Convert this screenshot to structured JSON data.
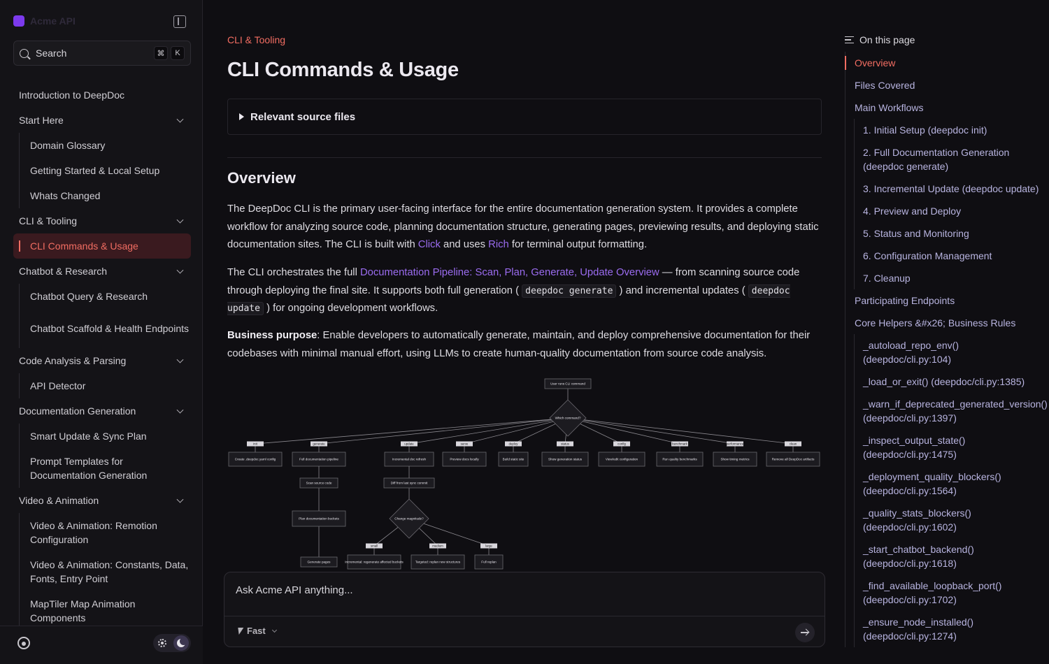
{
  "brand": {
    "name": "Acme API"
  },
  "search": {
    "label": "Search",
    "kbd_meta": "⌘",
    "kbd_key": "K"
  },
  "nav": [
    {
      "label": "Introduction to DeepDoc",
      "level": 0
    },
    {
      "label": "Start Here",
      "level": 0,
      "expandable": true
    },
    {
      "label": "Domain Glossary",
      "level": 1
    },
    {
      "label": "Getting Started & Local Setup",
      "level": 1
    },
    {
      "label": "Whats Changed",
      "level": 1
    },
    {
      "label": "CLI & Tooling",
      "level": 0,
      "expandable": true
    },
    {
      "label": "CLI Commands & Usage",
      "level": 1,
      "active": true
    },
    {
      "label": "Chatbot & Research",
      "level": 0,
      "expandable": true
    },
    {
      "label": "Chatbot Query & Research",
      "level": 1
    },
    {
      "label": "Chatbot Scaffold & Health Endpoints",
      "level": 1,
      "tall": true
    },
    {
      "label": "Code Analysis & Parsing",
      "level": 0,
      "expandable": true
    },
    {
      "label": "API Detector",
      "level": 1
    },
    {
      "label": "Documentation Generation",
      "level": 0,
      "expandable": true
    },
    {
      "label": "Smart Update & Sync Plan",
      "level": 1
    },
    {
      "label": "Prompt Templates for Documentation Generation",
      "level": 1,
      "tall": true
    },
    {
      "label": "Video & Animation",
      "level": 0,
      "expandable": true
    },
    {
      "label": "Video & Animation: Remotion Configuration",
      "level": 1,
      "tall": true
    },
    {
      "label": "Video & Animation: Constants, Data, Fonts, Entry Point",
      "level": 1,
      "tall": true
    },
    {
      "label": "MapTiler Map Animation Components",
      "level": 1,
      "tall": true
    }
  ],
  "main": {
    "breadcrumb": "CLI & Tooling",
    "title": "CLI Commands & Usage",
    "details_label": "Relevant source files",
    "overview_heading": "Overview",
    "p1": {
      "before": "The DeepDoc CLI is the primary user-facing interface for the entire documentation generation system. It provides a complete workflow for analyzing source code, planning documentation structure, generating pages, previewing results, and deploying static documentation sites. The CLI is built with ",
      "link1": "Click",
      "mid": " and uses ",
      "link2": "Rich",
      "after": " for terminal output formatting."
    },
    "p2": {
      "before": "The CLI orchestrates the full ",
      "link": "Documentation Pipeline: Scan, Plan, Generate, Update Overview",
      "mid1": " — from scanning source code through deploying the final site. It supports both full generation (",
      "code1": "deepdoc generate",
      "mid2": ") and incremental updates (",
      "code2": "deepdoc update",
      "after": ") for ongoing development workflows."
    },
    "p3": {
      "bold": "Business purpose",
      "text": ": Enable developers to automatically generate, maintain, and deploy comprehensive documentation for their codebases with minimal manual effort, using LLMs to create human-quality documentation from source code analysis."
    }
  },
  "diagram": {
    "start": "User runs CLI command",
    "decision": "Which command?",
    "branches": [
      {
        "edge": "init",
        "node": "Create .deepdoc.yaml config"
      },
      {
        "edge": "generate",
        "node": "Full documentation pipeline"
      },
      {
        "edge": "update",
        "node": "Incremental doc refresh"
      },
      {
        "edge": "serve",
        "node": "Preview docs locally"
      },
      {
        "edge": "deploy",
        "node": "Build static site"
      },
      {
        "edge": "status",
        "node": "Show generation status"
      },
      {
        "edge": "config",
        "node": "View/edit configuration"
      },
      {
        "edge": "benchmark",
        "node": "Run quality benchmarks"
      },
      {
        "edge": "performance",
        "node": "Show timing metrics"
      },
      {
        "edge": "clean",
        "node": "Remove all DeepDoc artifacts"
      }
    ],
    "generate_steps": [
      "Scan source code",
      "Plan documentation buckets",
      "Generate pages"
    ],
    "update_step": "Diff from last sync commit",
    "update_decision": "Change magnitude?",
    "update_branches": [
      {
        "edge": "small",
        "node": "Incremental: regenerate affected buckets"
      },
      {
        "edge": "medium",
        "node": "Targeted: replan new structures"
      },
      {
        "edge": "large",
        "node": "Full replan"
      }
    ]
  },
  "chat": {
    "placeholder": "Ask Acme API anything...",
    "mode": "Fast"
  },
  "toc": {
    "heading": "On this page",
    "items": [
      {
        "label": "Overview",
        "level": 1,
        "active": true
      },
      {
        "label": "Files Covered",
        "level": 1
      },
      {
        "label": "Main Workflows",
        "level": 1
      },
      {
        "label": "1. Initial Setup (deepdoc init)",
        "level": 2
      },
      {
        "label": "2. Full Documentation Generation (deepdoc generate)",
        "level": 2
      },
      {
        "label": "3. Incremental Update (deepdoc update)",
        "level": 2
      },
      {
        "label": "4. Preview and Deploy",
        "level": 2
      },
      {
        "label": "5. Status and Monitoring",
        "level": 2
      },
      {
        "label": "6. Configuration Management",
        "level": 2
      },
      {
        "label": "7. Cleanup",
        "level": 2
      },
      {
        "label": "Participating Endpoints",
        "level": 1
      },
      {
        "label": "Core Helpers &#x26; Business Rules",
        "level": 1
      },
      {
        "label": "_autoload_repo_env() (deepdoc/cli.py:104)",
        "level": 2
      },
      {
        "label": "_load_or_exit() (deepdoc/cli.py:1385)",
        "level": 2
      },
      {
        "label": "_warn_if_deprecated_generated_version() (deepdoc/cli.py:1397)",
        "level": 2
      },
      {
        "label": "_inspect_output_state() (deepdoc/cli.py:1475)",
        "level": 2
      },
      {
        "label": "_deployment_quality_blockers() (deepdoc/cli.py:1564)",
        "level": 2
      },
      {
        "label": "_quality_stats_blockers() (deepdoc/cli.py:1602)",
        "level": 2
      },
      {
        "label": "_start_chatbot_backend() (deepdoc/cli.py:1618)",
        "level": 2
      },
      {
        "label": "_find_available_loopback_port() (deepdoc/cli.py:1702)",
        "level": 2
      },
      {
        "label": "_ensure_node_installed() (deepdoc/cli.py:1274)",
        "level": 2
      }
    ]
  },
  "colors": {
    "accent": "#f26d62",
    "link": "#9b6cf0",
    "brand": "#7c3aed"
  }
}
